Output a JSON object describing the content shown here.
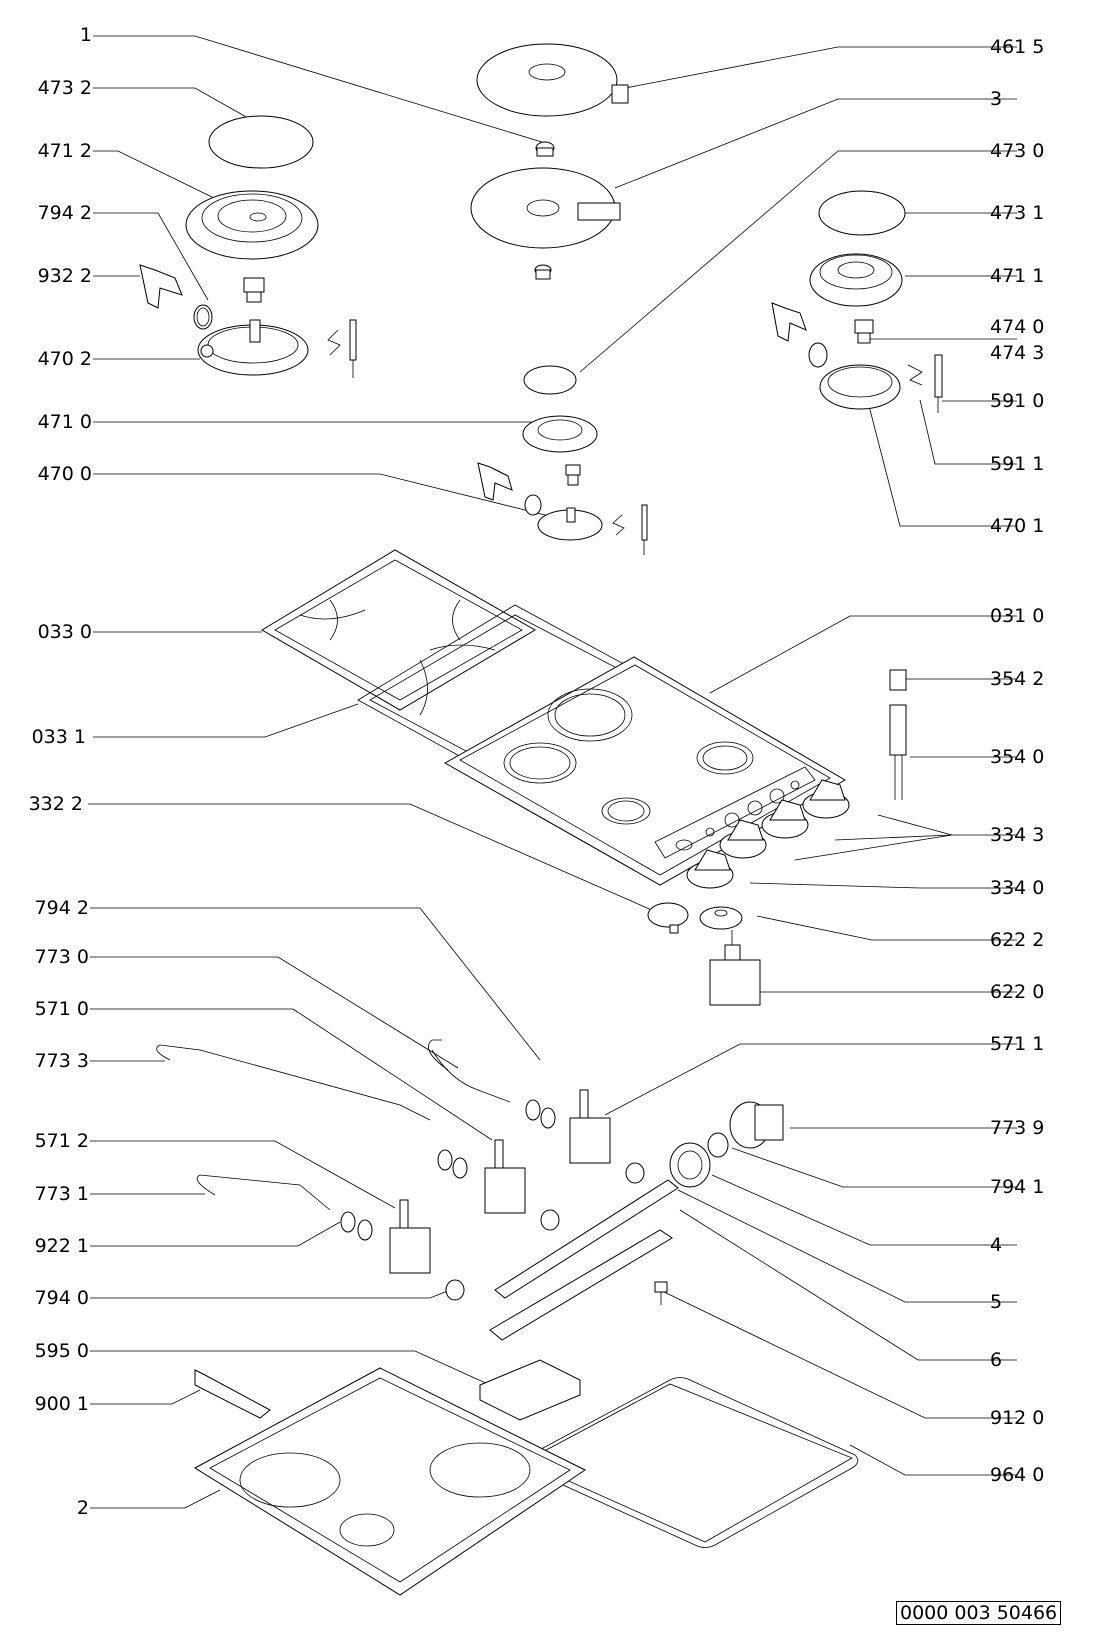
{
  "title": "Exploded parts diagram - gas/electric hob",
  "reference_number": "0000 003 50466",
  "labels_left": [
    {
      "id": "1",
      "text": "1"
    },
    {
      "id": "473-2",
      "text": "473 2"
    },
    {
      "id": "471-2",
      "text": "471 2"
    },
    {
      "id": "794-2a",
      "text": "794 2"
    },
    {
      "id": "932-2",
      "text": "932 2"
    },
    {
      "id": "470-2",
      "text": "470 2"
    },
    {
      "id": "471-0",
      "text": "471 0"
    },
    {
      "id": "470-0",
      "text": "470 0"
    },
    {
      "id": "033-0",
      "text": "033 0"
    },
    {
      "id": "033-1",
      "text": "033 1"
    },
    {
      "id": "332-2",
      "text": "332 2"
    },
    {
      "id": "794-2b",
      "text": "794 2"
    },
    {
      "id": "773-0",
      "text": "773 0"
    },
    {
      "id": "571-0",
      "text": "571 0"
    },
    {
      "id": "773-3",
      "text": "773 3"
    },
    {
      "id": "571-2",
      "text": "571 2"
    },
    {
      "id": "773-1",
      "text": "773 1"
    },
    {
      "id": "922-1",
      "text": "922 1"
    },
    {
      "id": "794-0",
      "text": "794 0"
    },
    {
      "id": "595-0",
      "text": "595 0"
    },
    {
      "id": "900-1",
      "text": "900 1"
    },
    {
      "id": "2",
      "text": "2"
    }
  ],
  "labels_right": [
    {
      "id": "461-5",
      "text": "461 5"
    },
    {
      "id": "3",
      "text": "3"
    },
    {
      "id": "473-0",
      "text": "473 0"
    },
    {
      "id": "473-1",
      "text": "473 1"
    },
    {
      "id": "471-1",
      "text": "471 1"
    },
    {
      "id": "474-0",
      "text": "474 0"
    },
    {
      "id": "474-3",
      "text": "474 3"
    },
    {
      "id": "591-0",
      "text": "591 0"
    },
    {
      "id": "591-1",
      "text": "591 1"
    },
    {
      "id": "470-1",
      "text": "470 1"
    },
    {
      "id": "031-0",
      "text": "031 0"
    },
    {
      "id": "354-2",
      "text": "354 2"
    },
    {
      "id": "354-0",
      "text": "354 0"
    },
    {
      "id": "334-3",
      "text": "334 3"
    },
    {
      "id": "334-0",
      "text": "334 0"
    },
    {
      "id": "622-2",
      "text": "622 2"
    },
    {
      "id": "622-0",
      "text": "622 0"
    },
    {
      "id": "571-1",
      "text": "571 1"
    },
    {
      "id": "773-9",
      "text": "773 9"
    },
    {
      "id": "794-1",
      "text": "794 1"
    },
    {
      "id": "4",
      "text": "4"
    },
    {
      "id": "5",
      "text": "5"
    },
    {
      "id": "6",
      "text": "6"
    },
    {
      "id": "912-0",
      "text": "912 0"
    },
    {
      "id": "964-0",
      "text": "964 0"
    }
  ]
}
